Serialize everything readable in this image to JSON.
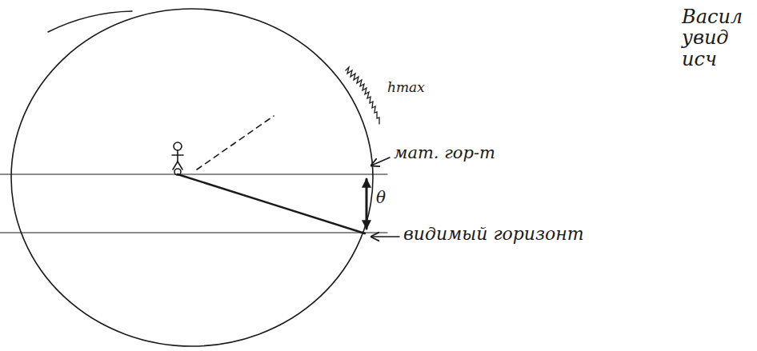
{
  "diagram": {
    "labels": [
      "hmax",
      "мат. гор-т",
      "θ",
      "видимый горизонт",
      "Васил увид исч"
    ]
  }
}
